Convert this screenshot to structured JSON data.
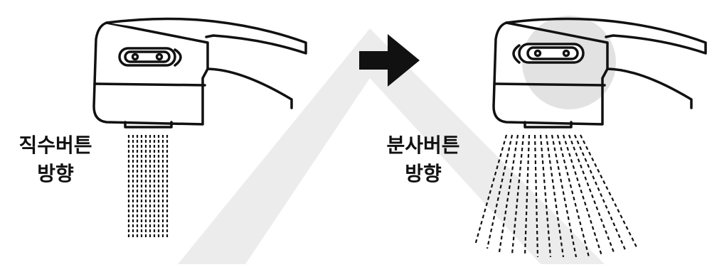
{
  "left_panel": {
    "label_line1": "직수버튼",
    "label_line2": "방향"
  },
  "right_panel": {
    "label_line1": "분사버튼",
    "label_line2": "방향"
  },
  "colors": {
    "outline": "#111111",
    "watermark": "#e8e8e8",
    "highlight": "#e4e4e4",
    "arrow": "#111111"
  },
  "icons": [
    "faucet-head-icon",
    "arrow-right-icon",
    "water-stream-icon",
    "water-spray-icon"
  ]
}
